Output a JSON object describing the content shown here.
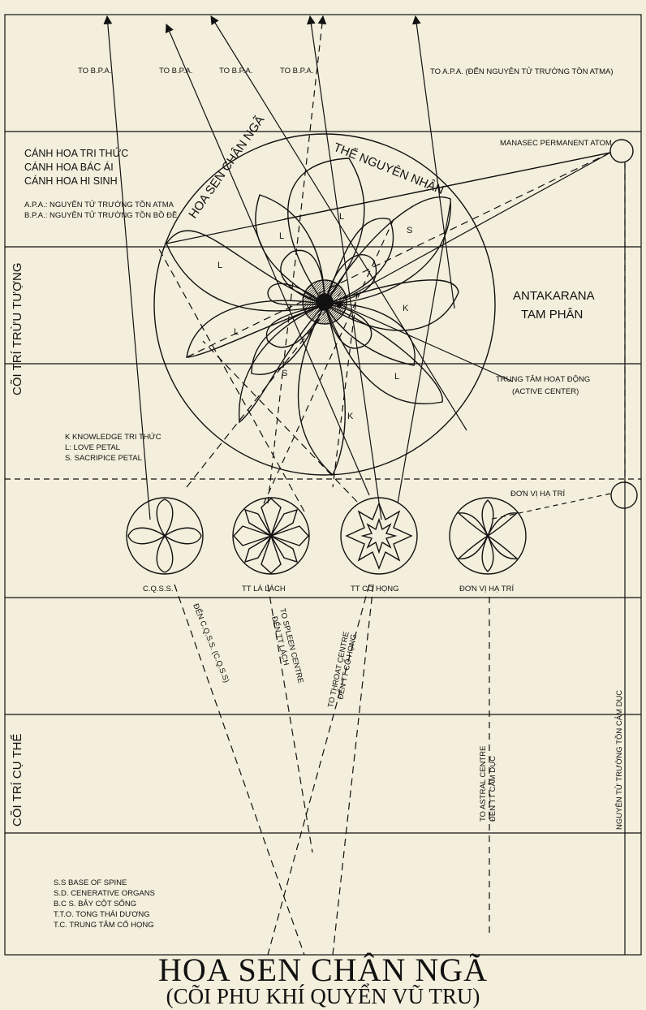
{
  "header": {
    "to_bpa_1": "TO B.P.A.",
    "to_bpa_2": "TO B.P.A.",
    "to_bpa_3": "TO B.P.A.",
    "to_bpa_4": "TO B.P.A.",
    "to_apa": "TO A.P.A. (ĐẾN NGUYÊN TỬ TRƯỜNG TỒN ATMA)"
  },
  "petals_legend": {
    "line1": "CÁNH HOA TRI THỨC",
    "line2": "CÁNH HOA BÁC ÁI",
    "line3": "CÁNH HOA HI SINH",
    "apa": "A.P.A.: NGUYÊN TỬ TRƯỜNG TỒN ATMA",
    "bpa": "B.P.A.: NGUYÊN TỬ TRƯỜNG TỒN BỒ ĐỀ"
  },
  "manasic_atom": "MANASEC PERMANENT ATOM",
  "lotus": {
    "arc_left": "HOA SEN CHÂN NGÃ",
    "arc_right": "THỂ NGUYÊN NHÂN",
    "petal_labels": [
      "L",
      "L",
      "S",
      "L",
      "K",
      "L",
      "S",
      "L",
      "K"
    ]
  },
  "antakarana": {
    "line1": "ANTAKARANA",
    "line2": "TAM PHÂN"
  },
  "active_center": {
    "line1": "TRUNG TÂM HOẠT ĐỘNG",
    "line2": "(ACTIVE CENTER)"
  },
  "key": {
    "k": "K KNOWLEDGE TRI THỨC",
    "l": "L: LOVE PETAL",
    "s": "S. SACRIPICE PETAL"
  },
  "lower_unit_label": "ĐƠN VỊ HẠ TRÍ",
  "centres": [
    {
      "label": "C.Q.S.S."
    },
    {
      "label": "TT LÁ LÁCH"
    },
    {
      "label": "TT CỔ HỌNG"
    },
    {
      "label": "ĐƠN VỊ HẠ TRÍ"
    }
  ],
  "line_labels": {
    "cqss": "ĐẾN C.Q.S.S. (C.Q.S.S)",
    "spleen_1": "TO SPLEEN CENTRE",
    "spleen_2": "ĐẾN TT LÁCH",
    "throat_1": "TO THROAT CENTRE",
    "throat_2": "ĐẾN TT CỔ HỌNG",
    "astral_1": "TO ASTRAL CENTRE",
    "astral_2": "ĐẾN TT CẢM DỤC",
    "astral_atom": "NGUYÊN TỬ TRƯỜNG TỒN CẢM DỤC"
  },
  "planes": {
    "abstract": "CÕI TRÍ TRỪU TƯỢNG",
    "concrete": "CÕI TRÍ CỤ THỂ"
  },
  "abbreviations": [
    "S.S BASE OF SPINE",
    "S.D. CENERATIVE ORGANS",
    "B.C S. BẢY CỘT SỐNG",
    "T.T.O. TONG THÁI DƯƠNG",
    "T.C. TRUNG TÂM CỔ HỌNG"
  ],
  "title": "HOA SEN CHÂN NGÃ",
  "subtitle": "(CÕI PHU KHÍ QUYỂN VŨ TRU)",
  "colors": {
    "background": "#f3efdc",
    "ink": "#111111"
  }
}
